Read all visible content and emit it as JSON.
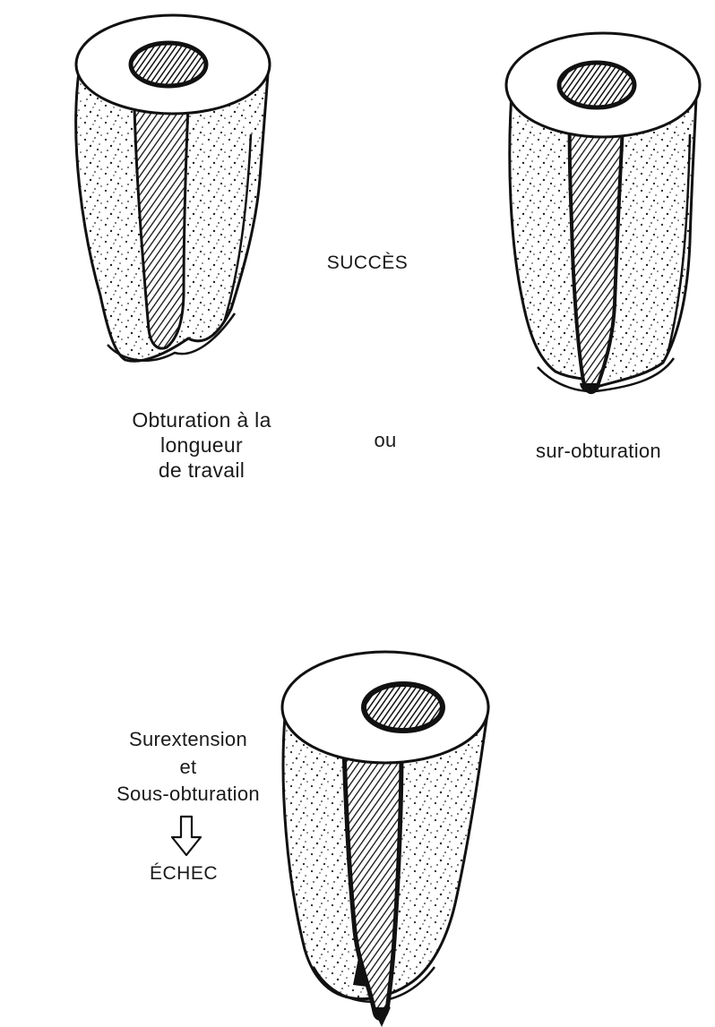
{
  "labels": {
    "success": "SUCCÈS",
    "left_caption": [
      "Obturation à la longueur",
      "de travail"
    ],
    "or": "ou",
    "right_caption": "sur-obturation",
    "failure_lines": [
      "Surextension",
      "et",
      "Sous-obturation"
    ],
    "failure": "ÉCHEC"
  },
  "icons": {
    "arrow": "down-arrow-icon",
    "tooth": "tooth-root-section-icon"
  },
  "colors": {
    "ink": "#1a1a1a",
    "background": "#ffffff"
  }
}
